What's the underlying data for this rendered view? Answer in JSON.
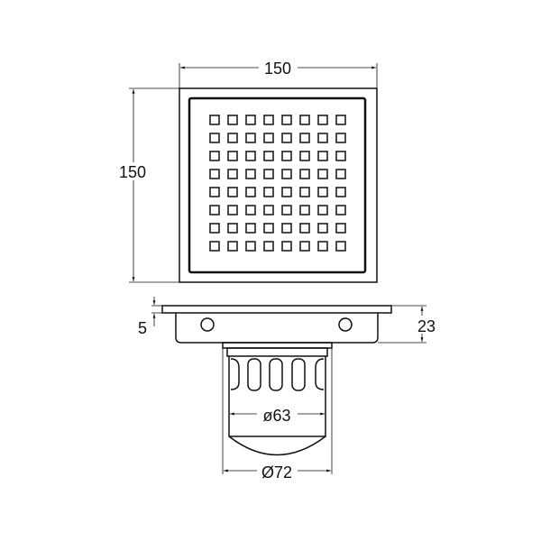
{
  "drawing": {
    "top_view": {
      "width_label": "150",
      "height_label": "150",
      "grid_rows": 8,
      "grid_cols": 8
    },
    "side_view": {
      "flange_thickness_label": "5",
      "body_height_label": "23",
      "inner_diameter_label": "ø63",
      "outer_diameter_label": "Ø72"
    },
    "line_color": "#111111"
  }
}
